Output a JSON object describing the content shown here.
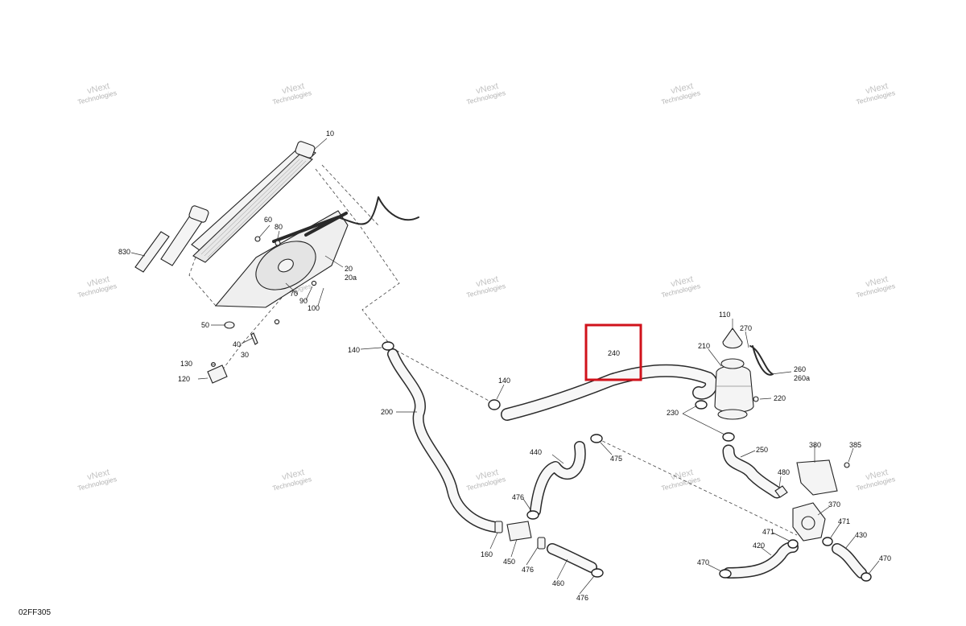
{
  "diagram": {
    "reference_code": "02FF305",
    "highlight_color": "#d0121b",
    "highlighted_callout": "240"
  },
  "watermarks": [
    {
      "line1": "vNext",
      "line2": "Technologies"
    },
    {
      "line1": "vNext",
      "line2": "Technologies"
    },
    {
      "line1": "vNext",
      "line2": "Technologies"
    },
    {
      "line1": "vNext",
      "line2": "Technologies"
    },
    {
      "line1": "vNext",
      "line2": "Technologies"
    },
    {
      "line1": "vNext",
      "line2": "Technologies"
    },
    {
      "line1": "vNext",
      "line2": "Technologies"
    },
    {
      "line1": "vNext",
      "line2": "Technologies"
    },
    {
      "line1": "vNext",
      "line2": "Technologies"
    },
    {
      "line1": "vNext",
      "line2": "Technologies"
    },
    {
      "line1": "vNext",
      "line2": "Technologies"
    },
    {
      "line1": "vNext",
      "line2": "Technologies"
    },
    {
      "line1": "vNext",
      "line2": "Technologies"
    },
    {
      "line1": "vNext",
      "line2": "Technologies"
    },
    {
      "line1": "vNext",
      "line2": "Technologies"
    }
  ],
  "callouts": {
    "c10": "10",
    "c60": "60",
    "c80": "80",
    "c830": "830",
    "c20": "20",
    "c20a": "20a",
    "c70": "70",
    "c90": "90",
    "c100": "100",
    "c50": "50",
    "c40": "40",
    "c30": "30",
    "c130": "130",
    "c120": "120",
    "c140a": "140",
    "c140b": "140",
    "c200": "200",
    "c240": "240",
    "c110": "110",
    "c270": "270",
    "c210": "210",
    "c260": "260",
    "c260a": "260a",
    "c220": "220",
    "c230": "230",
    "c250": "250",
    "c440": "440",
    "c475": "475",
    "c476a": "476",
    "c476b": "476",
    "c476c": "476",
    "c160": "160",
    "c450": "450",
    "c460": "460",
    "c380": "380",
    "c385": "385",
    "c480": "480",
    "c370": "370",
    "c471a": "471",
    "c471b": "471",
    "c420": "420",
    "c430": "430",
    "c470a": "470",
    "c470b": "470"
  }
}
